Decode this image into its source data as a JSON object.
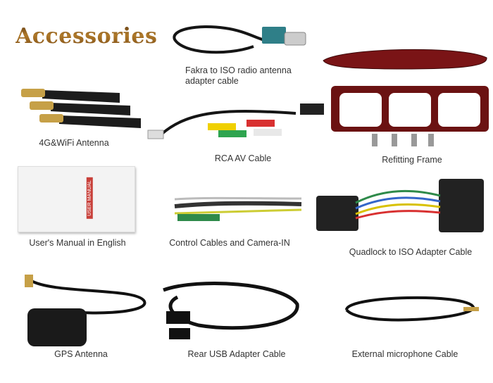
{
  "title": "Accessories",
  "items": [
    {
      "label": "Fakra to ISO radio antenna\nadapter cable"
    },
    {
      "label": "4G&WiFi Antenna"
    },
    {
      "label": "RCA AV Cable"
    },
    {
      "label": "Refitting Frame"
    },
    {
      "label": "User's Manual in English"
    },
    {
      "label": "Control Cables and Camera-IN"
    },
    {
      "label": "Quadlock to ISO Adapter Cable"
    },
    {
      "label": "GPS Antenna"
    },
    {
      "label": "Rear USB Adapter Cable"
    },
    {
      "label": "External microphone Cable"
    }
  ],
  "manual_cover_text": "USER MANUAL"
}
